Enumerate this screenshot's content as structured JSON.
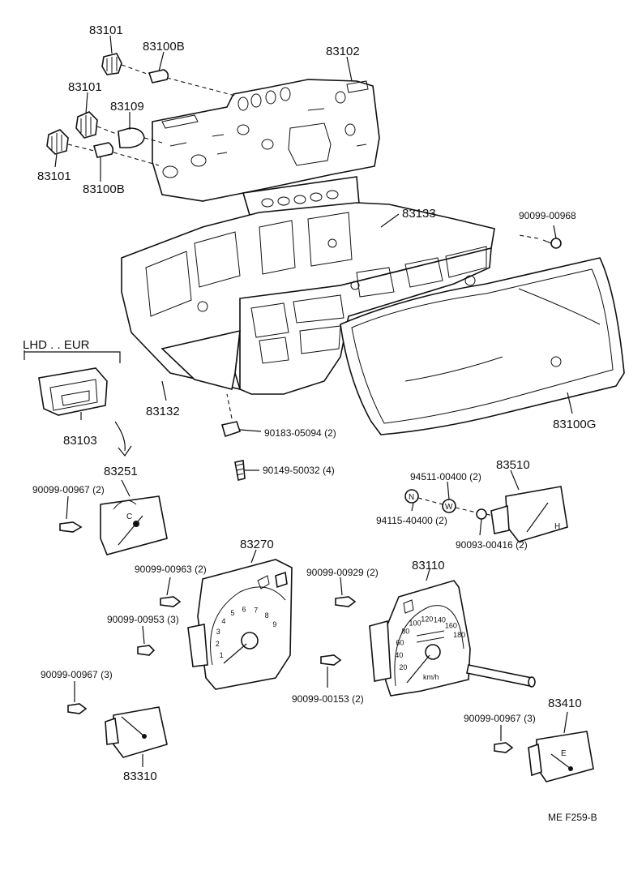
{
  "region_label": "LHD . . EUR",
  "footer_code": "ME  F259-B",
  "washer_marks": {
    "n": "N",
    "w": "W"
  },
  "labels": {
    "p83101_top": "83101",
    "p83100B_top": "83100B",
    "p83102": "83102",
    "p83101_mid": "83101",
    "p83109": "83109",
    "p83101_bot": "83101",
    "p83100B_bot": "83100B",
    "p83133": "83133",
    "p90099_00968": "90099-00968",
    "p83132": "83132",
    "p83100G": "83100G",
    "p90183_05094": "90183-05094 (2)",
    "p90149_50032": "90149-50032 (4)",
    "p83103": "83103",
    "p83251": "83251",
    "p90099_00967_a": "90099-00967 (2)",
    "p94511_00400": "94511-00400 (2)",
    "p83510": "83510",
    "p94115_40400": "94115-40400 (2)",
    "p90093_00416": "90093-00416 (2)",
    "p83270": "83270",
    "p90099_00963": "90099-00963 (2)",
    "p90099_00929": "90099-00929 (2)",
    "p83110": "83110",
    "p90099_00953": "90099-00953 (3)",
    "p90099_00967_b": "90099-00967 (3)",
    "p90099_00153": "90099-00153 (2)",
    "p83410": "83410",
    "p90099_00967_c": "90099-00967 (3)",
    "p83310": "83310"
  },
  "gauge_marks": {
    "tach_numbers": [
      "1",
      "2",
      "3",
      "4",
      "5",
      "6",
      "7",
      "8",
      "9"
    ],
    "speed_numbers": [
      "20",
      "40",
      "60",
      "80",
      "100",
      "120",
      "140",
      "160",
      "180"
    ],
    "speed_unit": "km/h",
    "temp_gauge": [
      "C",
      "H"
    ],
    "fuel_gauge": [
      "E"
    ]
  }
}
